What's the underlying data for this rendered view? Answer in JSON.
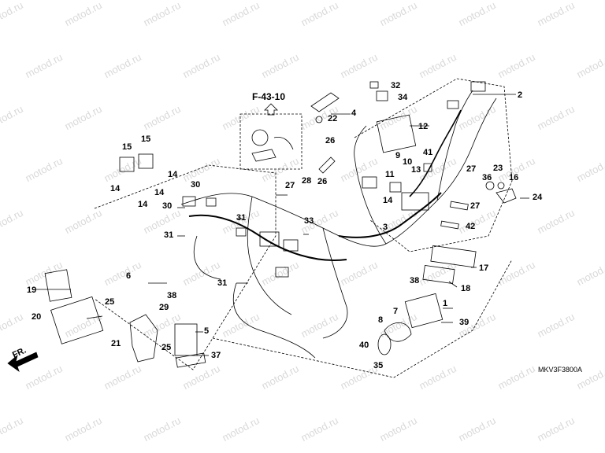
{
  "watermark": "motod.ru",
  "reference_label": "F-43-10",
  "drawing_code": "MKV3F3800A",
  "front_label": "FR.",
  "callouts": [
    "1",
    "2",
    "3",
    "4",
    "5",
    "6",
    "7",
    "8",
    "9",
    "10",
    "11",
    "12",
    "13",
    "14",
    "15",
    "16",
    "17",
    "18",
    "19",
    "20",
    "21",
    "22",
    "23",
    "24",
    "25",
    "26",
    "27",
    "28",
    "29",
    "30",
    "31",
    "32",
    "33",
    "34",
    "35",
    "36",
    "37",
    "38",
    "39",
    "40",
    "41",
    "42"
  ],
  "colors": {
    "line": "#000000",
    "watermark": "#d9d9d9"
  }
}
